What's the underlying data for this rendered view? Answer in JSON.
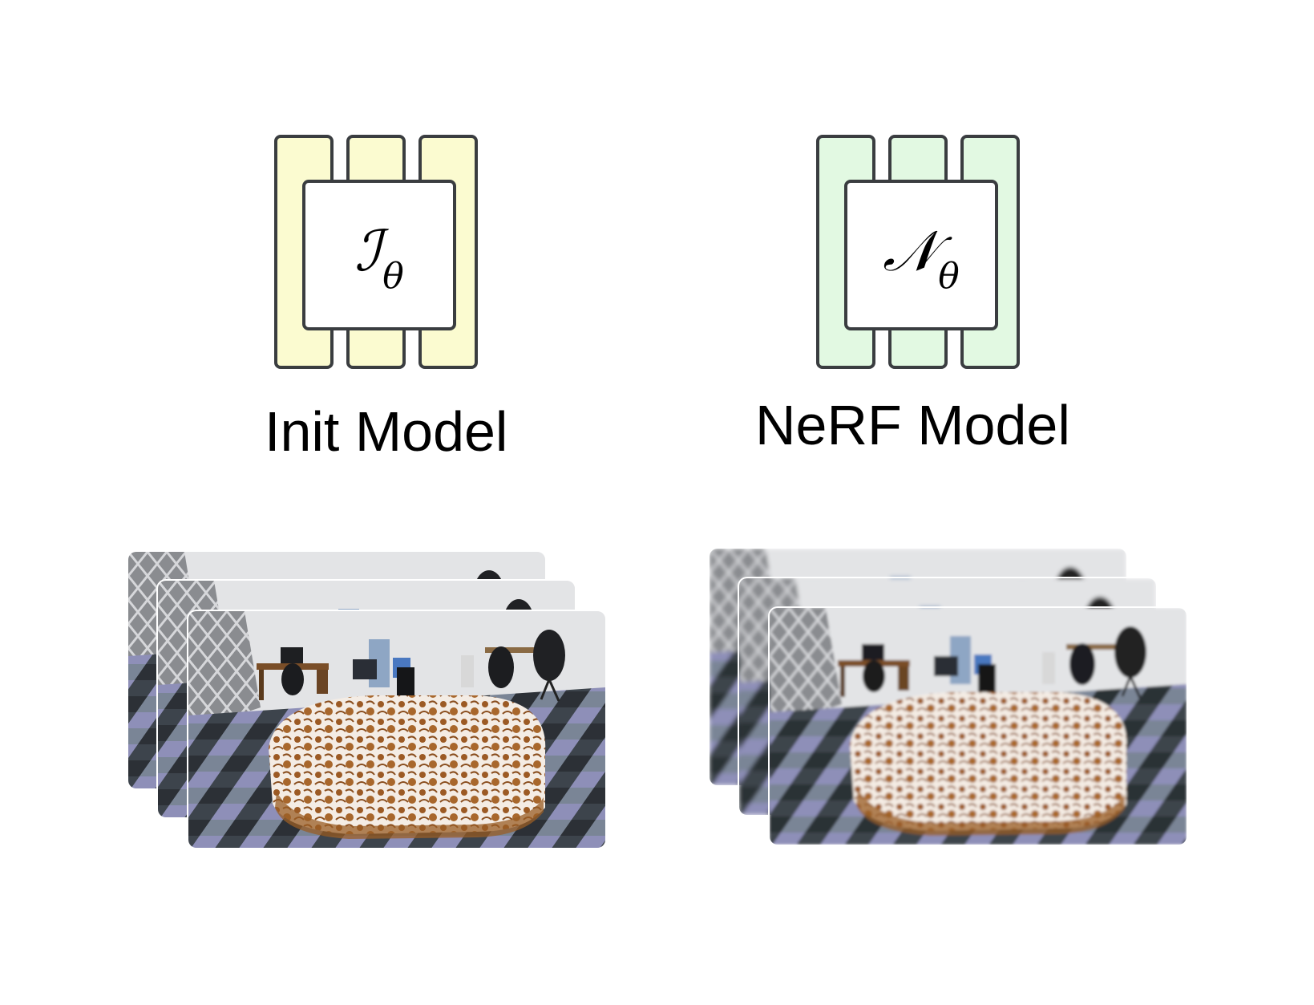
{
  "init_model": {
    "symbol": "ℐ",
    "subscript": "θ",
    "label": "Init Model",
    "bar_fill": "#fbfbd0",
    "stroke": "#3a3d40"
  },
  "nerf_model": {
    "symbol": "𝒩",
    "subscript": "θ",
    "label": "NeRF Model",
    "bar_fill": "#e2f9e2",
    "stroke": "#3a3d40"
  },
  "image_stacks": {
    "init_frames": 3,
    "nerf_frames": 3,
    "scene": "indoor room with oval table covered by a brown floral tablecloth, desks, chairs and patterned carpet"
  }
}
